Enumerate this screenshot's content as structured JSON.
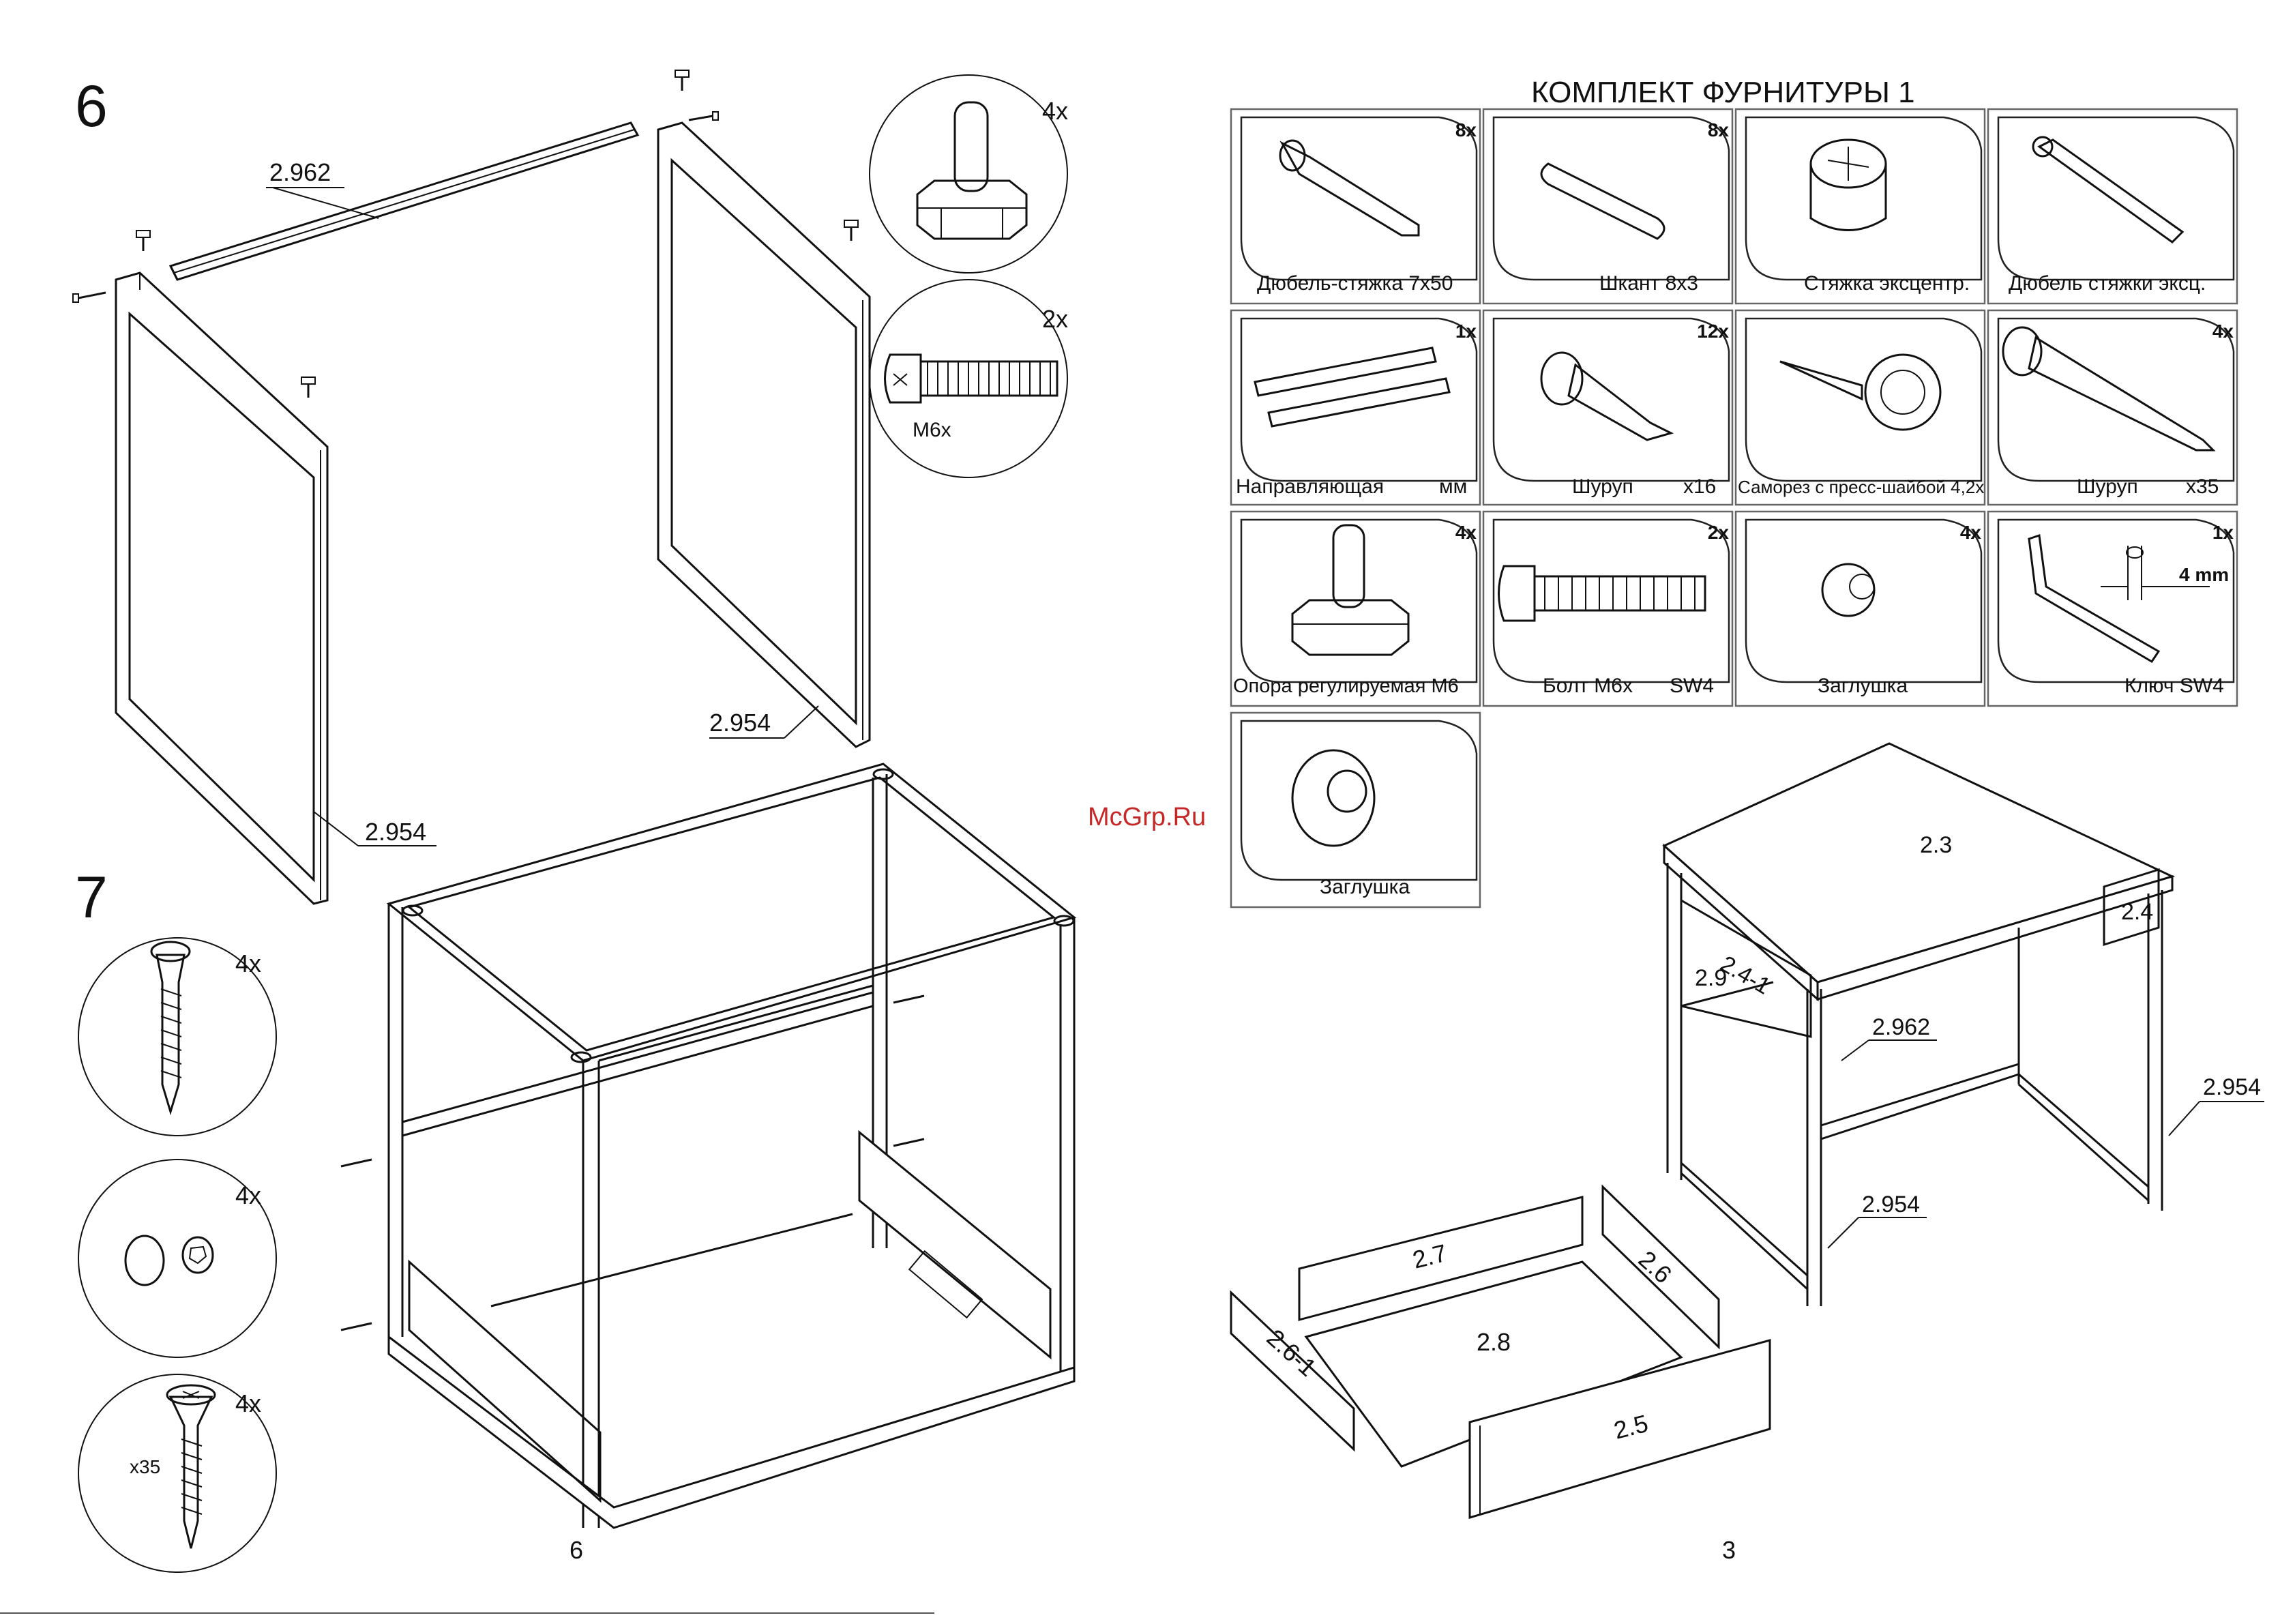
{
  "steps": {
    "step6": "6",
    "step7": "7"
  },
  "step6": {
    "dims": {
      "rail": "2.962",
      "frame_right": "2.954",
      "frame_left": "2.954"
    },
    "callouts": [
      {
        "qty": "4x",
        "item": "leveling-foot"
      },
      {
        "qty": "2x",
        "item": "bolt",
        "label": "M6x"
      }
    ]
  },
  "step7": {
    "callouts": [
      {
        "qty": "4x",
        "item": "confirmat"
      },
      {
        "qty": "4x",
        "item": "cap"
      },
      {
        "qty": "4x",
        "item": "screw",
        "label": "x35"
      }
    ]
  },
  "hardware": {
    "title": "КОМПЛЕКТ ФУРНИТУРЫ 1",
    "items": [
      {
        "qty": "8x",
        "name": "Дюбель-стяжка 7x50",
        "icon": "confirmat-icon"
      },
      {
        "qty": "8x",
        "name": "Шкант 8x3",
        "icon": "dowel-icon"
      },
      {
        "qty": "",
        "name": "Стяжка эксцентр.",
        "icon": "cam-lock-icon"
      },
      {
        "qty": "",
        "name": "Дюбель стяжки эксц.",
        "icon": "cam-dowel-icon"
      },
      {
        "qty": "1x",
        "name": "Направляющая",
        "extra": "мм",
        "icon": "drawer-slide-icon"
      },
      {
        "qty": "12x",
        "name": "Шуруп",
        "extra": "x16",
        "icon": "screw-icon"
      },
      {
        "qty": "",
        "name": "Саморез с пресс-шайбой 4,2x",
        "icon": "washer-screw-icon"
      },
      {
        "qty": "4x",
        "name": "Шуруп",
        "extra": "x35",
        "icon": "long-screw-icon"
      },
      {
        "qty": "4x",
        "name": "Опора регулируемая М6",
        "icon": "leveling-foot-icon"
      },
      {
        "qty": "2x",
        "name": "Болт М6x",
        "extra": "SW4",
        "icon": "bolt-icon"
      },
      {
        "qty": "4x",
        "name": "Заглушка",
        "icon": "small-cap-icon"
      },
      {
        "qty": "1x",
        "name": "Ключ SW4",
        "extra": "4 mm",
        "icon": "hex-key-icon"
      },
      {
        "qty": "",
        "name": "Заглушка",
        "icon": "cap-icon"
      }
    ]
  },
  "watermark": "McGrp.Ru",
  "assembled": {
    "parts": [
      "2.3",
      "2.4-1",
      "2.9",
      "2.4",
      "2.962",
      "2.954",
      "2.954"
    ]
  },
  "drawer": {
    "parts": [
      "2.7",
      "2.6",
      "2.6-1",
      "2.8",
      "2.5"
    ]
  },
  "pages": {
    "left": "6",
    "right": "3"
  }
}
